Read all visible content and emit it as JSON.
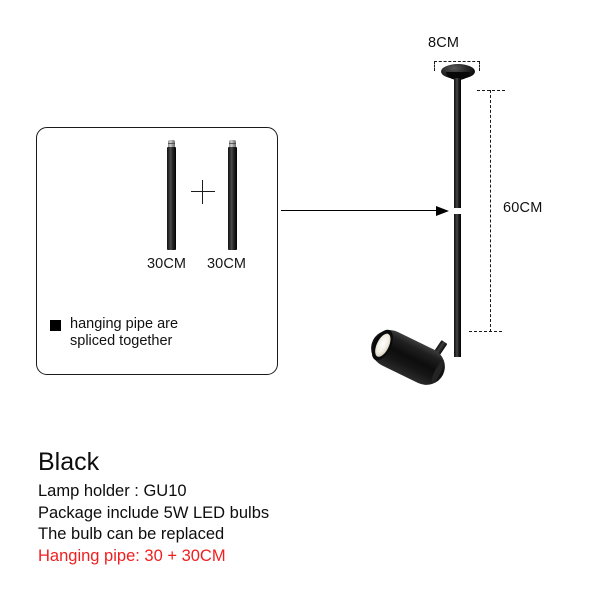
{
  "inset": {
    "pipes": [
      {
        "name": "pipe-left",
        "label": "30CM"
      },
      {
        "name": "pipe-right",
        "label": "30CM"
      }
    ],
    "operator": "+",
    "note": "hanging pipe are\nspliced together",
    "bullet_icon": "filled-square-bullet"
  },
  "pointer": {
    "icon": "right-arrow-icon"
  },
  "lamp": {
    "canopy_icon": "ceiling-canopy-icon",
    "rod_icon": "hanging-rod-icon",
    "head_icon": "spotlight-head-icon",
    "lens_icon": "lamp-lens-icon",
    "joint_icon": "pipe-splice-joint-icon"
  },
  "dimensions": {
    "width_label": "8CM",
    "length_label": "60CM"
  },
  "description": {
    "title": "Black",
    "lines": [
      "Lamp holder : GU10",
      "Package include 5W LED  bulbs",
      "The bulb can be replaced"
    ],
    "highlight": "Hanging pipe: 30 + 30CM"
  },
  "colors": {
    "accent_red": "#ef1f1f",
    "product_black": "#0d0d0d",
    "background": "#ffffff"
  }
}
